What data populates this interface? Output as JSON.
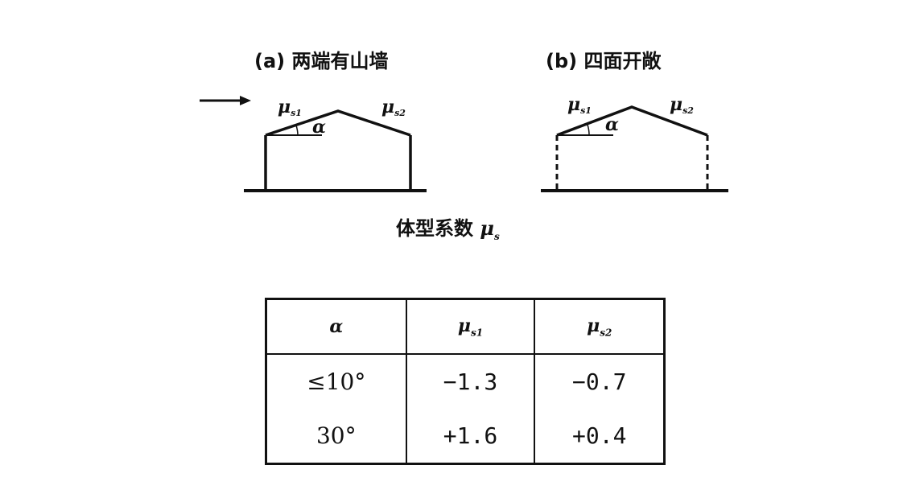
{
  "captions": {
    "a": "(a) 两端有山墙",
    "b": "(b) 四面开敞"
  },
  "title": {
    "text": "体型系数 ",
    "mu": "μ",
    "mu_sub": "s"
  },
  "figure_labels": {
    "mu": "μ",
    "sub1": "s1",
    "sub2": "s2",
    "alpha": "α"
  },
  "table": {
    "headers": {
      "alpha": "α",
      "mu": "μ",
      "sub1": "s1",
      "sub2": "s2"
    },
    "rows": [
      {
        "angle": "≤10°",
        "mu_s1": "−1.3",
        "mu_s2": "−0.7"
      },
      {
        "angle": "30°",
        "mu_s1": "+1.6",
        "mu_s2": "+0.4"
      }
    ]
  }
}
